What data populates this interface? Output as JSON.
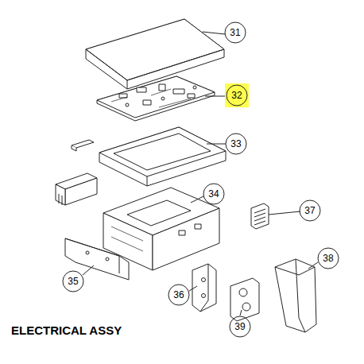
{
  "diagram": {
    "title": "ELECTRICAL ASSY",
    "labels": [
      "31",
      "32",
      "33",
      "34",
      "35",
      "36",
      "37",
      "38",
      "39"
    ]
  }
}
